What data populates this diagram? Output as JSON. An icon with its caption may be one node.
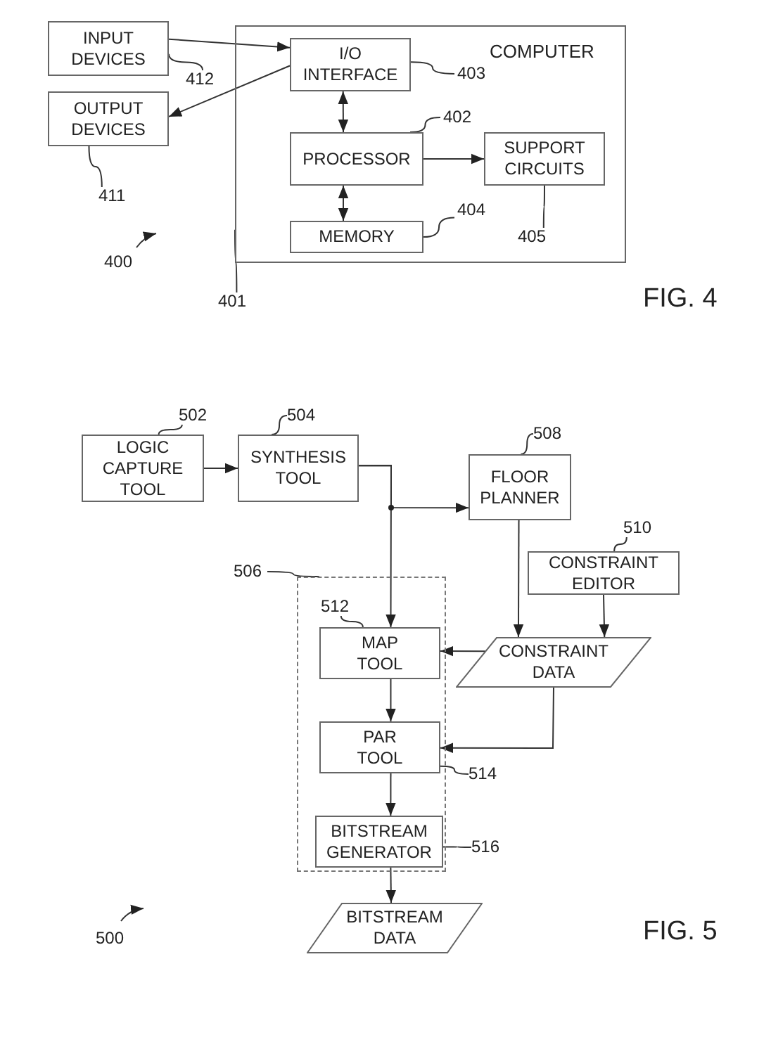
{
  "diagram": {
    "nodes": [
      {
        "text": [
          "COMPUTER"
        ]
      },
      {
        "text": [
          "INPUT DEVICES"
        ]
      },
      {
        "text": [
          "OUTPUT DEVICES"
        ]
      },
      {
        "text": [
          "I/O INTERFACE"
        ],
        "in": 0
      },
      {
        "text": [
          "PROCESSOR"
        ],
        "in": 0
      },
      {
        "text": [
          "SUPPORT CIRCUITS"
        ],
        "in": 0
      },
      {
        "text": [
          "MEMORY"
        ],
        "in": 0
      },
      {
        "text": [
          "412"
        ]
      },
      {
        "text": [
          "411"
        ]
      },
      {
        "text": [
          "403"
        ],
        "in": 0
      },
      {
        "text": [
          "402"
        ],
        "in": 0
      },
      {
        "text": [
          "405"
        ],
        "in": 0
      },
      {
        "text": [
          "404"
        ],
        "in": 0
      },
      {
        "text": [
          "401"
        ]
      },
      {
        "text": [
          "LOGIC CAPTURE TOOL"
        ]
      },
      {
        "text": [
          "SYNTHESIS TOOL"
        ]
      },
      {
        "text": [
          "FLOOR PLANNER"
        ]
      },
      {
        "text": [
          "CONSTRAINT EDITOR"
        ]
      },
      {
        "text": [],
        "shape": "box"
      },
      {
        "text": [
          "MAP TOOL"
        ],
        "in": 18
      },
      {
        "text": [
          "CONSTRAINT DATA"
        ]
      },
      {
        "text": [
          "PAR TOOL"
        ],
        "in": 18
      },
      {
        "text": [
          "BITSTREAM GENERATOR"
        ],
        "in": 18
      },
      {
        "text": [
          "BITSTREAM DATA"
        ]
      },
      {
        "text": [
          "502"
        ]
      },
      {
        "text": [
          "504"
        ]
      },
      {
        "text": [
          "508"
        ]
      },
      {
        "text": [
          "510"
        ]
      },
      {
        "text": [
          "506"
        ]
      },
      {
        "text": [
          "512"
        ],
        "in": 18
      },
      {
        "text": [
          "514"
        ]
      },
      {
        "text": [
          "516"
        ]
      }
    ],
    "edges": [
      {
        "from": 1,
        "to": 3,
        "arrow": "to"
      },
      {
        "from": 3,
        "to": 2,
        "arrow": "to"
      },
      {
        "from": 3,
        "to": 4,
        "arrow": "both"
      },
      {
        "from": 4,
        "to": 5,
        "arrow": "to"
      },
      {
        "from": 4,
        "to": 6,
        "arrow": "both"
      },
      {
        "from": 7,
        "to": 1,
        "arrow": "none"
      },
      {
        "from": 8,
        "to": 2,
        "arrow": "none"
      },
      {
        "from": 9,
        "to": 3,
        "arrow": "none"
      },
      {
        "from": 10,
        "to": 4,
        "arrow": "none"
      },
      {
        "from": 11,
        "to": 5,
        "arrow": "none"
      },
      {
        "from": 12,
        "to": 6,
        "arrow": "none"
      },
      {
        "from": 13,
        "to": 0,
        "arrow": "none"
      },
      {
        "from": 14,
        "to": 15,
        "arrow": "to"
      },
      {
        "from": 15,
        "to": 19,
        "arrow": "to"
      },
      {
        "from": 15,
        "to": 16,
        "arrow": "to"
      },
      {
        "from": 16,
        "to": 20,
        "arrow": "to"
      },
      {
        "from": 17,
        "to": 20,
        "arrow": "to"
      },
      {
        "from": 20,
        "to": 19,
        "arrow": "to"
      },
      {
        "from": 20,
        "to": 21,
        "arrow": "to"
      },
      {
        "from": 19,
        "to": 21,
        "arrow": "to"
      },
      {
        "from": 21,
        "to": 22,
        "arrow": "to"
      },
      {
        "from": 22,
        "to": 23,
        "arrow": "to"
      },
      {
        "from": 24,
        "to": 14,
        "arrow": "none"
      },
      {
        "from": 25,
        "to": 15,
        "arrow": "none"
      },
      {
        "from": 26,
        "to": 16,
        "arrow": "none"
      },
      {
        "from": 27,
        "to": 17,
        "arrow": "none"
      },
      {
        "from": 28,
        "to": 18,
        "arrow": "none"
      },
      {
        "from": 29,
        "to": 19,
        "arrow": "none"
      },
      {
        "from": 30,
        "to": 21,
        "arrow": "none"
      },
      {
        "from": 31,
        "to": 22,
        "arrow": "none"
      }
    ],
    "labels": [
      "400",
      "FIG. 4",
      "500",
      "FIG. 5"
    ]
  }
}
